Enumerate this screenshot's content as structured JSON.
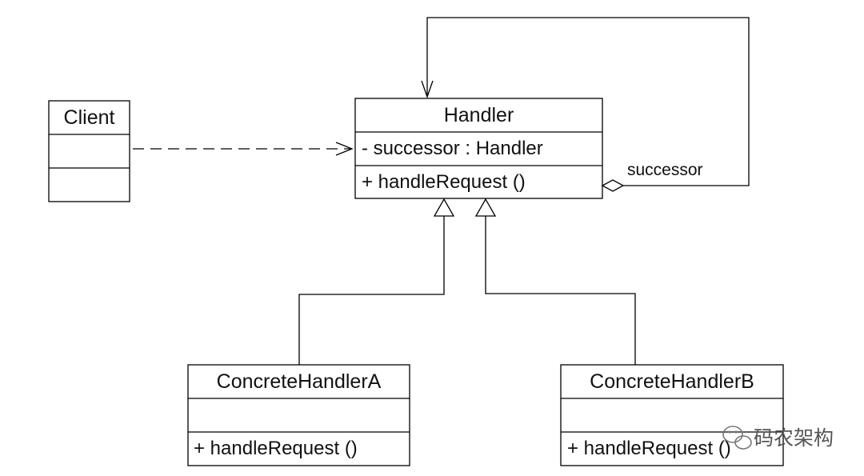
{
  "client": {
    "name": "Client"
  },
  "handler": {
    "name": "Handler",
    "attribute": "- successor : Handler",
    "operation": "+ handleRequest ()"
  },
  "concrete_a": {
    "name": "ConcreteHandlerA",
    "operation": "+ handleRequest ()"
  },
  "concrete_b": {
    "name": "ConcreteHandlerB",
    "operation": "+ handleRequest ()"
  },
  "association": {
    "role": "successor"
  },
  "watermark": {
    "text": "码农架构",
    "icon": "wechat-icon"
  }
}
